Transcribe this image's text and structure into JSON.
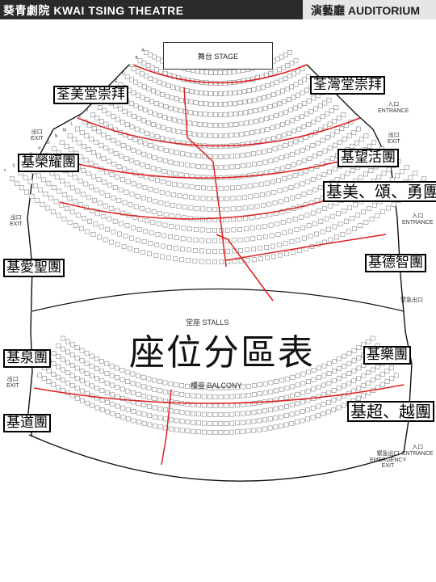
{
  "header": {
    "left_title": "葵青劇院 KWAI TSING THEATRE",
    "right_title": "演藝廳 AUDITORIUM"
  },
  "stage_label": "舞台 STAGE",
  "stalls_label": "堂座 STALLS",
  "balcony_label": "樓座 BALCONY",
  "main_title": "座位分區表",
  "exits": {
    "entrance_top": {
      "zh": "入口",
      "en": "ENTRANCE"
    },
    "exit_left_top": {
      "zh": "出口",
      "en": "EXIT"
    },
    "exit_right_top": {
      "zh": "出口",
      "en": "EXIT"
    },
    "exit_left_mid": {
      "zh": "出口",
      "en": "EXIT"
    },
    "entrance_right_mid": {
      "zh": "入口",
      "en": "ENTRANCE"
    },
    "emergency_right_mid": {
      "zh": "緊急出口"
    },
    "exit_left_bottom": {
      "zh": "出口",
      "en": "EXIT"
    },
    "emergency_bottom": {
      "zh": "緊急出口",
      "en": "EMERGENCY",
      "en2": "EXIT"
    },
    "entrance_bottom": {
      "zh": "入口",
      "en": "ENTRANCE"
    }
  },
  "zones": {
    "z1": "荃美堂崇拜",
    "z2": "荃灣堂崇拜",
    "z3": "基榮耀團",
    "z4": "基望活團",
    "z5": "基美、頌、勇團",
    "z6": "基愛聖團",
    "z7": "基德智團",
    "z8": "基泉團",
    "z9": "基樂團",
    "z10": "基道團",
    "z11": "基超、越團"
  },
  "row_letters": [
    "A",
    "B",
    "C",
    "D",
    "E",
    "F",
    "G",
    "H",
    "J",
    "K",
    "L",
    "M",
    "N",
    "O",
    "P",
    "Q",
    "R",
    "S",
    "T"
  ],
  "colors": {
    "divider": "#e02020",
    "seat_stroke": "#888888",
    "ink": "#111111"
  }
}
